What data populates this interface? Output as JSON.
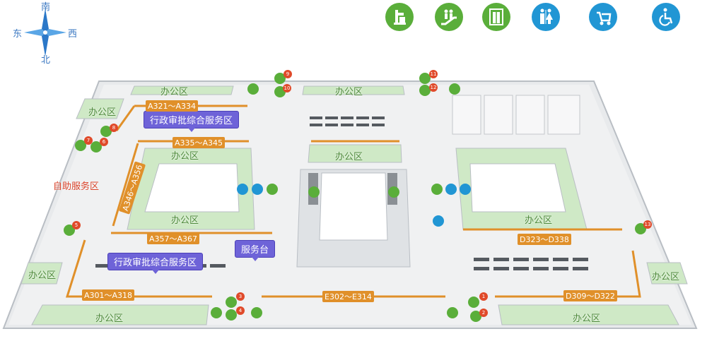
{
  "compass": {
    "south": "南",
    "east": "东",
    "west": "西",
    "north": "北"
  },
  "legend": [
    {
      "icon": "information-desk-icon",
      "color": "#5aae3a"
    },
    {
      "icon": "escalator-icon",
      "color": "#5aae3a"
    },
    {
      "icon": "elevator-icon",
      "color": "#5aae3a"
    },
    {
      "icon": "restroom-icon",
      "color": "#2196d4"
    },
    {
      "icon": "baby-stroller-icon",
      "color": "#2196d4"
    },
    {
      "icon": "accessible-icon",
      "color": "#2196d4"
    }
  ],
  "areas": {
    "office": "办公区",
    "self_service": "自助服务区",
    "admin_service": "行政审批综合服务区",
    "service_desk": "服务台"
  },
  "ranges": {
    "a321": "A321～A334",
    "a335": "A335～A345",
    "a346": "A346～A356",
    "a357": "A357～A367",
    "a301": "A301～A318",
    "e302": "E302～E314",
    "d309": "D309～D322",
    "d323": "D323～D338"
  },
  "markers": [
    "1",
    "2",
    "3",
    "4",
    "5",
    "6",
    "7",
    "8",
    "9",
    "10",
    "11",
    "12",
    "13"
  ],
  "colors": {
    "office_fill": "#cfe9c6",
    "floor": "#e8eaec",
    "corridor": "#f3f4f5",
    "wall": "#b9bec4",
    "counter": "#e0902a",
    "service": "#6e63d8",
    "green": "#5aae3a",
    "blue": "#2196d4",
    "red": "#e04a2a"
  }
}
